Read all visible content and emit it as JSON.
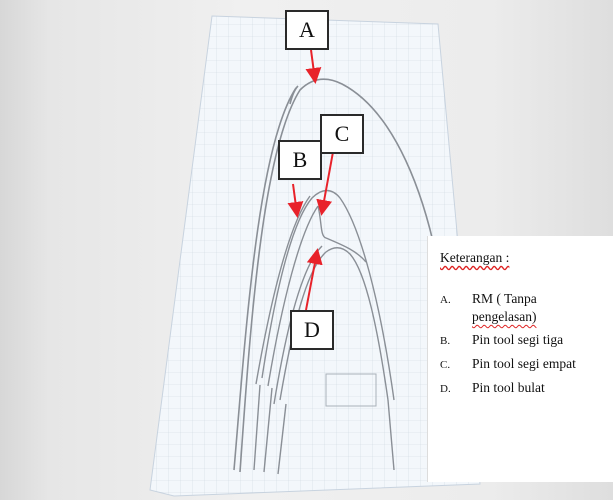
{
  "markers": {
    "a": "A",
    "b": "B",
    "c": "C",
    "d": "D"
  },
  "legend": {
    "title": "Keterangan :",
    "items": [
      {
        "letter": "A.",
        "line1": "RM ( Tanpa",
        "line2": "pengelasan)"
      },
      {
        "letter": "B.",
        "line1": "Pin tool segi tiga"
      },
      {
        "letter": "C.",
        "line1": "Pin tool segi empat"
      },
      {
        "letter": "D.",
        "line1": "Pin tool bulat"
      }
    ]
  },
  "colors": {
    "arrow": "#e8222a",
    "curve": "#8a8f96",
    "grid": "#b9c8d6",
    "sheet": "#f3f7fb"
  }
}
